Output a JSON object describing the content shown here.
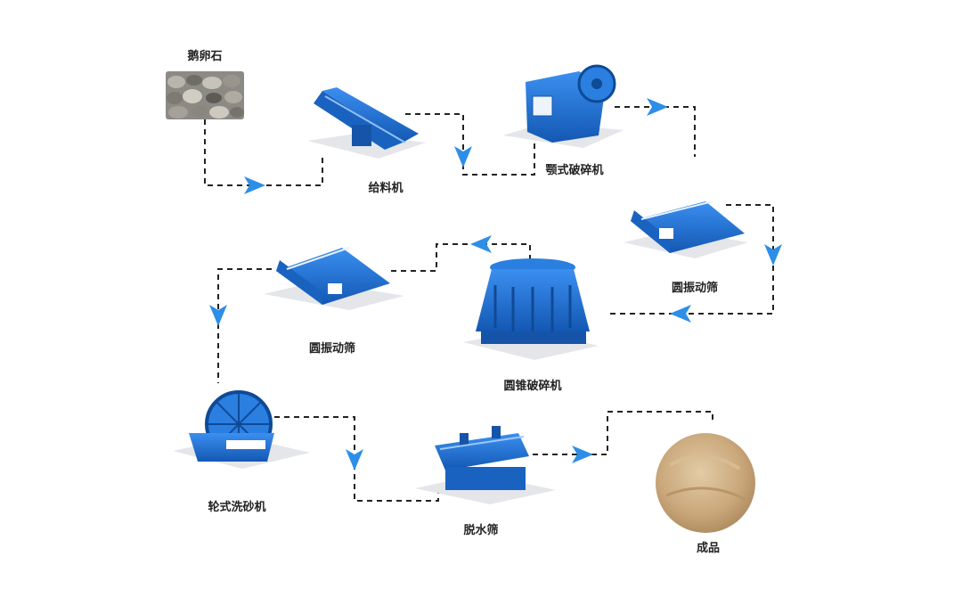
{
  "nodes": [
    {
      "id": "pebble",
      "label": "鹅卵石",
      "icon": "pebble-stones-photo"
    },
    {
      "id": "feeder",
      "label": "给料机",
      "icon": "vibrating-feeder-machine"
    },
    {
      "id": "jaw",
      "label": "颚式破碎机",
      "icon": "jaw-crusher-machine"
    },
    {
      "id": "screen1",
      "label": "圆振动筛",
      "icon": "circular-vibrating-screen"
    },
    {
      "id": "cone",
      "label": "圆锥破碎机",
      "icon": "cone-crusher-machine"
    },
    {
      "id": "screen2",
      "label": "圆振动筛",
      "icon": "circular-vibrating-screen"
    },
    {
      "id": "washer",
      "label": "轮式洗砂机",
      "icon": "wheel-sand-washer"
    },
    {
      "id": "dewater",
      "label": "脱水筛",
      "icon": "dewatering-screen"
    },
    {
      "id": "product",
      "label": "成品",
      "icon": "sand-pile-photo"
    }
  ],
  "edges": [
    {
      "from": "pebble",
      "to": "feeder"
    },
    {
      "from": "feeder",
      "to": "jaw"
    },
    {
      "from": "jaw",
      "to": "screen1"
    },
    {
      "from": "screen1",
      "to": "cone"
    },
    {
      "from": "cone",
      "to": "screen2"
    },
    {
      "from": "screen2",
      "to": "washer"
    },
    {
      "from": "washer",
      "to": "dewater"
    },
    {
      "from": "dewater",
      "to": "product"
    }
  ],
  "colors": {
    "machine_blue": "#1f6fd1",
    "arrow_blue": "#2d8ee8",
    "dash": "#222222",
    "sand": "#c9a77a"
  }
}
